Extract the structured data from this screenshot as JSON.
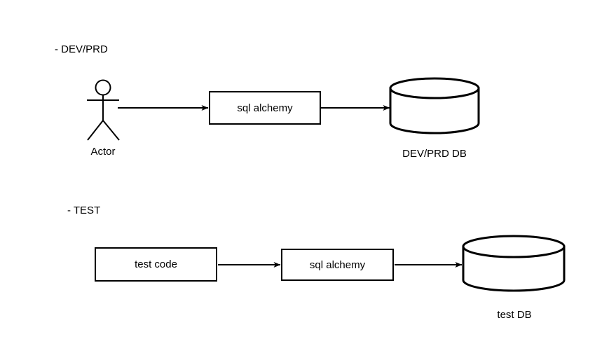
{
  "diagram": {
    "title_dev": "- DEV/PRD",
    "title_test": "- TEST",
    "sections": [
      {
        "name": "dev-prd",
        "heading": "- DEV/PRD",
        "nodes": [
          {
            "type": "actor",
            "label": "Actor"
          },
          {
            "type": "process",
            "label": "sql alchemy"
          },
          {
            "type": "database",
            "label": "DEV/PRD DB"
          }
        ],
        "edges": [
          {
            "from": "Actor",
            "to": "sql alchemy",
            "style": "arrow"
          },
          {
            "from": "sql alchemy",
            "to": "DEV/PRD DB",
            "style": "arrow"
          }
        ]
      },
      {
        "name": "test",
        "heading": "- TEST",
        "nodes": [
          {
            "type": "process",
            "label": "test code"
          },
          {
            "type": "process",
            "label": "sql alchemy"
          },
          {
            "type": "database",
            "label": "test DB"
          }
        ],
        "edges": [
          {
            "from": "test code",
            "to": "sql alchemy",
            "style": "arrow"
          },
          {
            "from": "sql alchemy",
            "to": "test DB",
            "style": "arrow"
          }
        ]
      }
    ],
    "labels": {
      "actor": "Actor",
      "sql_alchemy_dev": "sql alchemy",
      "devprd_db": "DEV/PRD DB",
      "test_code": "test code",
      "sql_alchemy_test": "sql alchemy",
      "test_db": "test DB"
    },
    "colors": {
      "stroke": "#000000",
      "fill": "#ffffff",
      "text": "#000000",
      "background": "#ffffff"
    }
  }
}
